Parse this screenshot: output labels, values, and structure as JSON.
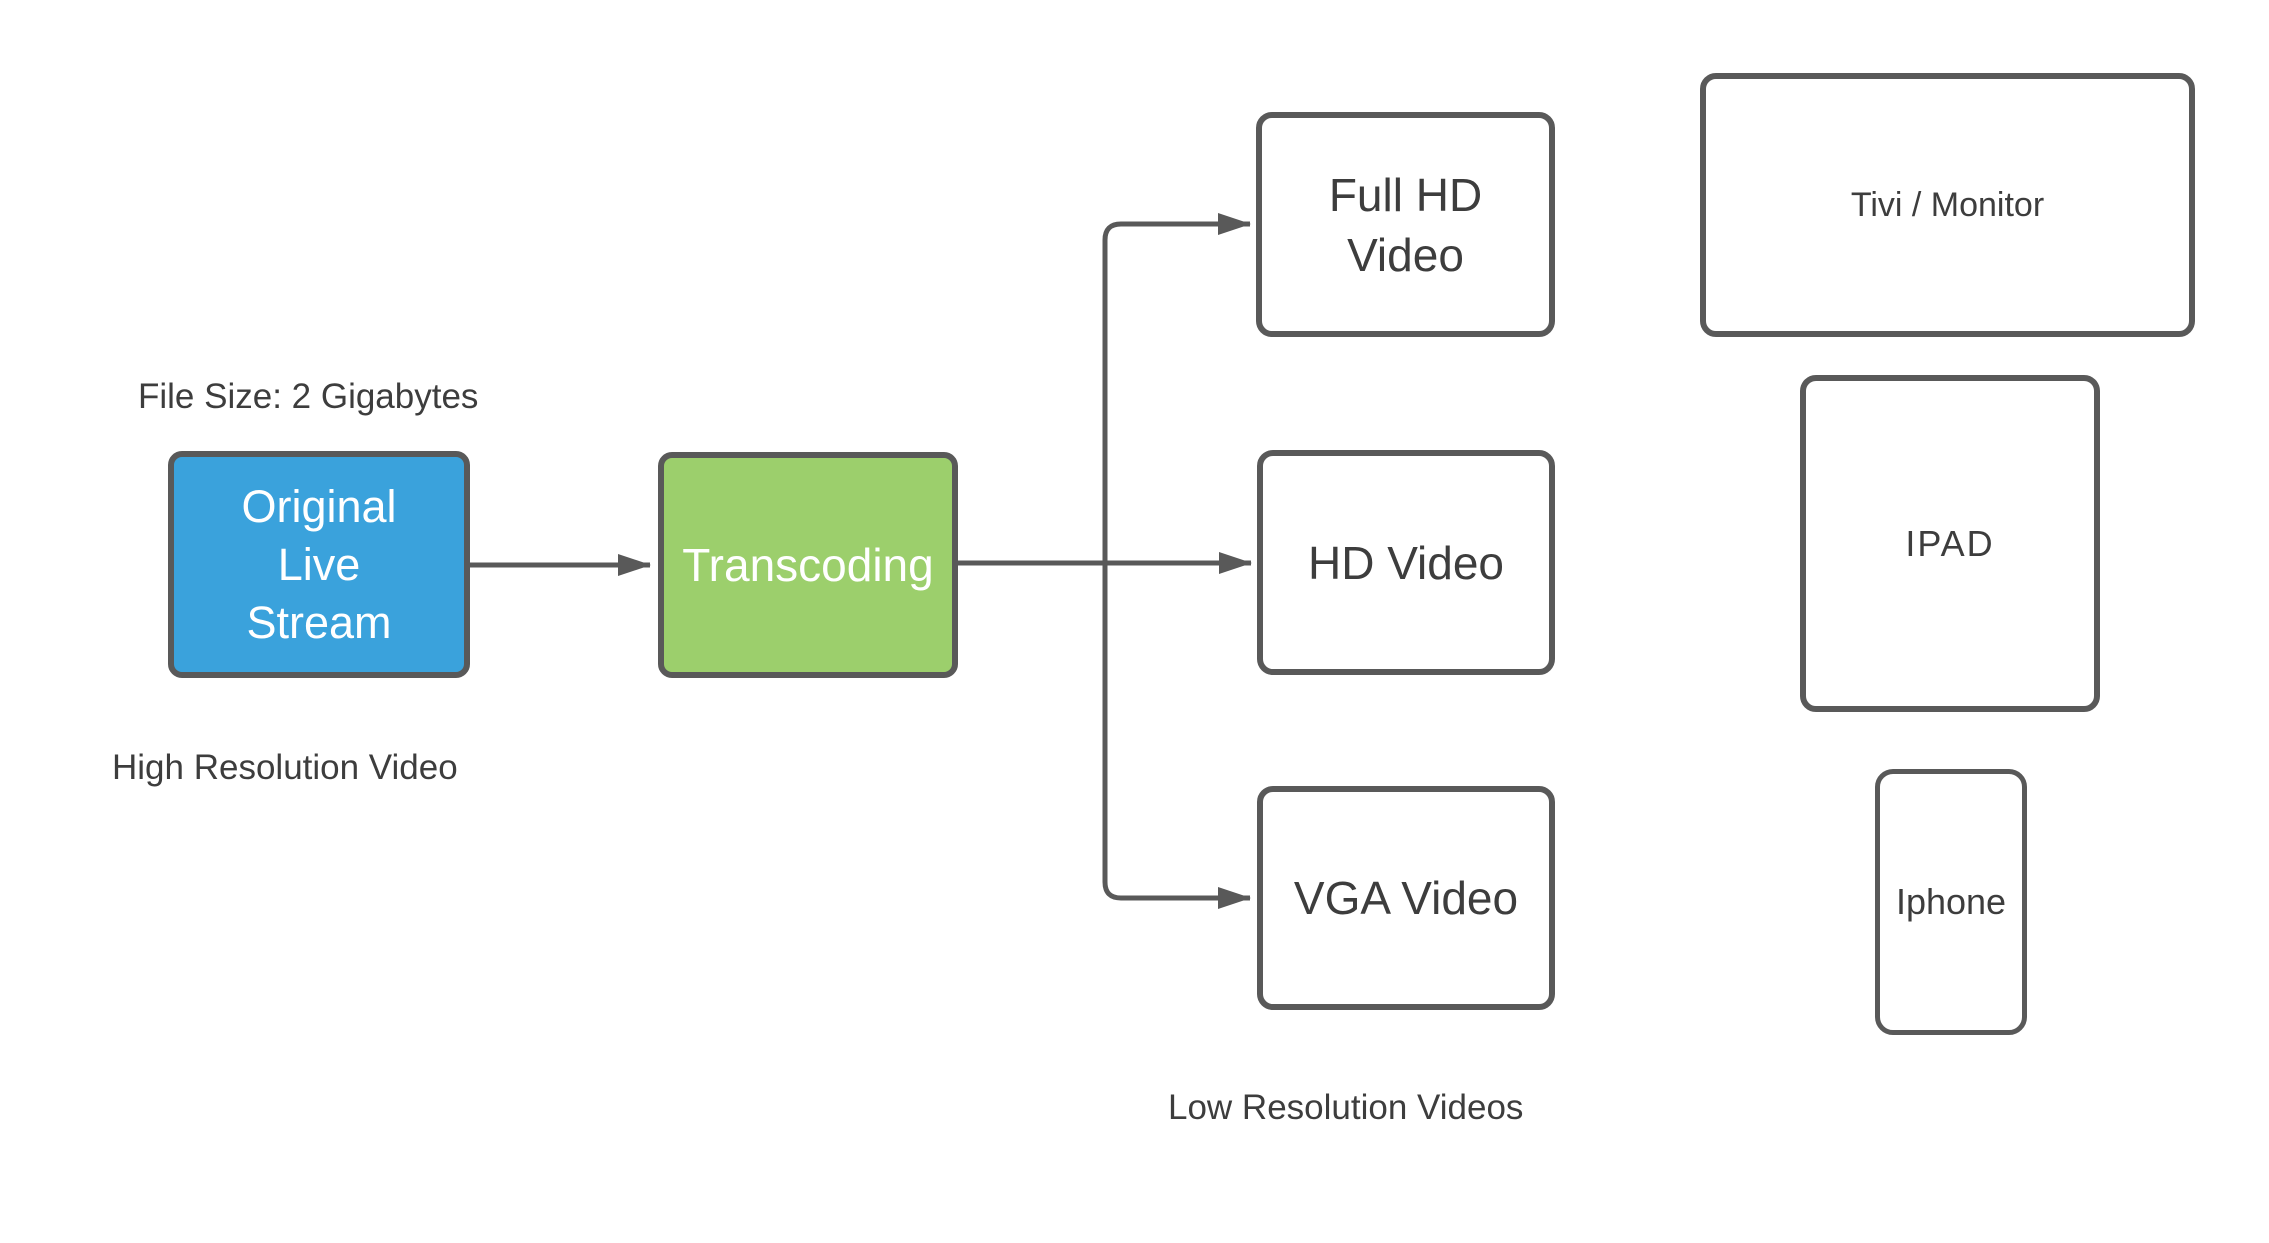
{
  "diagram": {
    "captions": {
      "file_size": "File Size: 2 Gigabytes",
      "high_resolution": "High Resolution Video",
      "low_resolution": "Low Resolution Videos"
    },
    "nodes": {
      "original_live_stream": {
        "label": "Original\nLive\nStream",
        "fill": "#3aa2dc",
        "text_color": "#ffffff"
      },
      "transcoding": {
        "label": "Transcoding",
        "fill": "#9ccf6c",
        "text_color": "#ffffff"
      },
      "full_hd_video": {
        "label": "Full HD\nVideo",
        "fill": "#ffffff",
        "text_color": "#3d3d3d"
      },
      "hd_video": {
        "label": "HD Video",
        "fill": "#ffffff",
        "text_color": "#3d3d3d"
      },
      "vga_video": {
        "label": "VGA Video",
        "fill": "#ffffff",
        "text_color": "#3d3d3d"
      },
      "tivi_monitor": {
        "label": "Tivi / Monitor",
        "fill": "#ffffff",
        "text_color": "#3d3d3d"
      },
      "ipad": {
        "label": "IPAD",
        "fill": "#ffffff",
        "text_color": "#3d3d3d"
      },
      "iphone": {
        "label": "Iphone",
        "fill": "#ffffff",
        "text_color": "#3d3d3d"
      }
    },
    "connections": [
      {
        "from": "original_live_stream",
        "to": "transcoding"
      },
      {
        "from": "transcoding",
        "to": "full_hd_video"
      },
      {
        "from": "transcoding",
        "to": "hd_video"
      },
      {
        "from": "transcoding",
        "to": "vga_video"
      }
    ],
    "colors": {
      "connector": "#595959",
      "node_border": "#595959",
      "text": "#3d3d3d",
      "node_blue": "#3aa2dc",
      "node_green": "#9ccf6c",
      "background": "#ffffff"
    }
  }
}
